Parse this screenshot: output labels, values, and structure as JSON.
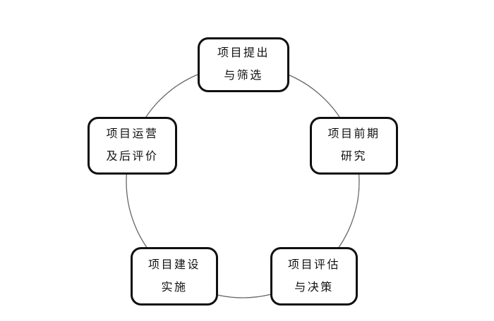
{
  "diagram": {
    "type": "cycle",
    "nodes": [
      {
        "id": "project-proposal-screening",
        "line1": "项目提出",
        "line2": "与筛选"
      },
      {
        "id": "project-preliminary-research",
        "line1": "项目前期",
        "line2": "研究"
      },
      {
        "id": "project-evaluation-decision",
        "line1": "项目评估",
        "line2": "与决策"
      },
      {
        "id": "project-construction-implementation",
        "line1": "项目建设",
        "line2": "实施"
      },
      {
        "id": "project-operation-post-evaluation",
        "line1": "项目运营",
        "line2": "及后评价"
      }
    ],
    "colors": {
      "background": "#ffffff",
      "box_fill": "#ffffff",
      "box_border": "#0f0f0f",
      "text": "#101010",
      "circle_stroke": "#666666"
    }
  }
}
